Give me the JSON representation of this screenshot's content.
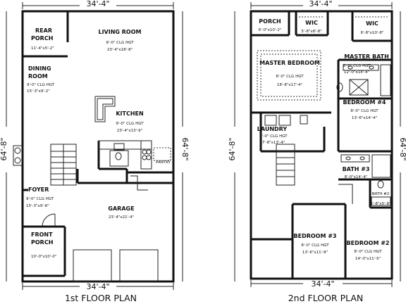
{
  "dimensions": {
    "first_top": "34'-4\"",
    "first_bottom": "34'-4\"",
    "first_left": "64'-8\"",
    "first_right": "64'-8\"",
    "second_top": "34'-4\"",
    "second_bottom": "34'-4\"",
    "second_left": "64'-8\"",
    "second_right": "64'-8\""
  },
  "titles": {
    "first": "1st FLOOR PLAN",
    "second": "2nd FLOOR PLAN"
  },
  "first_floor": {
    "rear_porch": {
      "l1": "REAR",
      "l2": "PORCH",
      "size": "11'-4\"x5'-2\""
    },
    "living_room": {
      "name": "LIVING ROOM",
      "clg": "9'-0\" CLG HGT",
      "size": "23'-4\"x18'-8\""
    },
    "dining_room": {
      "l1": "DINING",
      "l2": "ROOM",
      "clg": "9'-0\" CLG HGT",
      "size": "15'-3\"x9'-2\""
    },
    "kitchen": {
      "name": "KITCHEN",
      "clg": "9'-0\" CLG HGT",
      "size": "23'-4\"x13'-9\""
    },
    "pantry": "PANTRY",
    "foyer": {
      "name": "FOYER",
      "clg": "9'-0\" CLG HGT",
      "size": "15'-3\"x9'-8\""
    },
    "garage": {
      "name": "GARAGE",
      "size": "23'-4\"x21'-4\""
    },
    "front_porch": {
      "l1": "FRONT",
      "l2": "PORCH",
      "size": "10'-0\"x10'-0\""
    }
  },
  "second_floor": {
    "porch": {
      "name": "PORCH",
      "size": "6'-0\"x10'-2\""
    },
    "wic1": {
      "name": "WIC",
      "size": "5'-8\"x8'-8\""
    },
    "wic2": {
      "name": "WIC",
      "size": "6'-8\"x10'-8\""
    },
    "master_bedroom": {
      "name": "MASTER BEDROOM",
      "clg": "8'-0\" CLG HGT",
      "size": "18'-8\"x17'-4\""
    },
    "master_bath": {
      "name": "MASTER BATH",
      "clg": "8'-0\" CLG HGT",
      "size": "12'-0\"x14'-4\""
    },
    "bedroom4": {
      "name": "BEDROOM #4",
      "clg": "8'-0\" CLG HGT",
      "size": "13'-6\"x14'-4\""
    },
    "laundry": {
      "name": "LAUNDRY",
      "clg": "8'-0\" CLG HGT",
      "size": "7'-8\"x13'-4\""
    },
    "bath3": {
      "name": "BATH #3",
      "size": "8'-0\"x14'-4\""
    },
    "bath2": {
      "name": "BATH #2",
      "size": "5'-8\"x5'-8\""
    },
    "bedroom3": {
      "name": "BEDROOM #3",
      "clg": "8'-0\" CLG HGT",
      "size": "13'-6\"x11'-8\""
    },
    "bedroom2": {
      "name": "BEDROOM #2",
      "clg": "8'-0\" CLG HGT",
      "size": "14'-0\"x11'-5\""
    }
  }
}
